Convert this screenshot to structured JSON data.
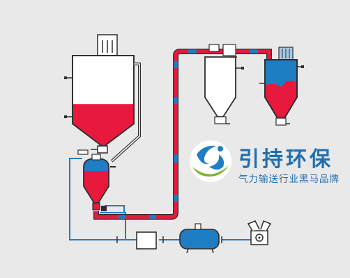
{
  "brand": {
    "name": "引持环保",
    "slogan": "气力输送行业黑马品牌"
  },
  "colors": {
    "background": "#e9e9e9",
    "material_red": "#e8193c",
    "air_blue": "#1f7dc4",
    "pipe_outline": "#2d2d2d",
    "vessel_fill": "#ffffff",
    "logo_green": "#7ab52c",
    "brand_text": "#1f6fb0"
  },
  "components": {
    "storage_silo": {
      "fill_level": 0.35
    },
    "pressure_vessel": {
      "fill_level": 0.75
    },
    "cyclone_separator": {
      "fill_level": 0.0
    },
    "dust_collector": {
      "fill_level": 0.55
    }
  },
  "icons": [
    "compressor-icon",
    "air-receiver-tank",
    "air-dryer-icon",
    "logo-swirl-icon"
  ]
}
